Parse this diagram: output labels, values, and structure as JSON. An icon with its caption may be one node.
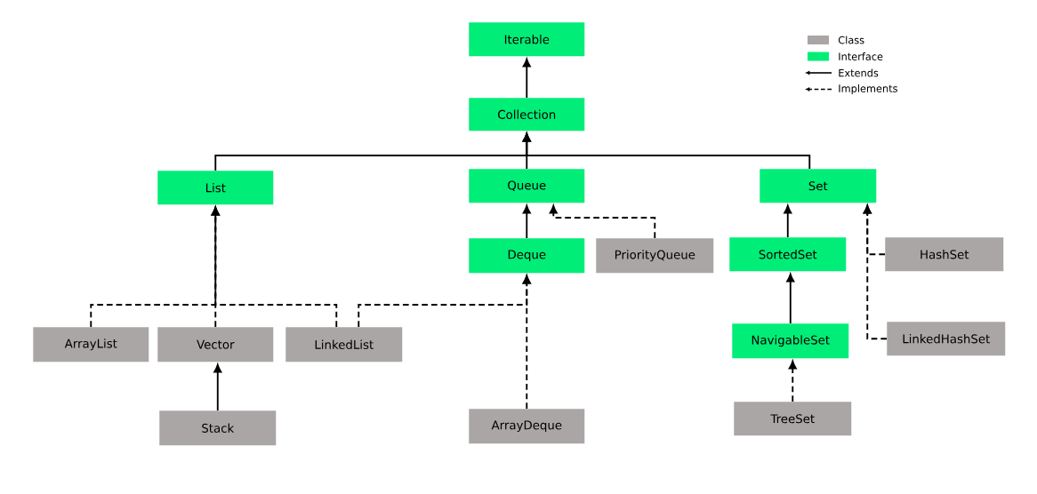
{
  "diagram": {
    "nodes": [
      {
        "text": [
          "Iterable"
        ]
      },
      {
        "text": [
          "Collection"
        ]
      },
      {
        "text": [
          "List"
        ]
      },
      {
        "text": [
          "Queue"
        ]
      },
      {
        "text": [
          "Set"
        ]
      },
      {
        "text": [
          "Deque"
        ]
      },
      {
        "text": [
          "PriorityQueue"
        ]
      },
      {
        "text": [
          "SortedSet"
        ]
      },
      {
        "text": [
          "HashSet"
        ]
      },
      {
        "text": [
          "ArrayList"
        ]
      },
      {
        "text": [
          "Vector"
        ]
      },
      {
        "text": [
          "LinkedList"
        ]
      },
      {
        "text": [
          "NavigableSet"
        ]
      },
      {
        "text": [
          "LinkedHashSet"
        ]
      },
      {
        "text": [
          "Stack"
        ]
      },
      {
        "text": [
          "ArrayDeque"
        ]
      },
      {
        "text": [
          "TreeSet"
        ]
      }
    ],
    "edges": [
      {
        "from": 1,
        "to": 0,
        "arrow": "to"
      },
      {
        "from": 2,
        "to": 1,
        "arrow": "to"
      },
      {
        "from": 3,
        "to": 1,
        "arrow": "to"
      },
      {
        "from": 4,
        "to": 1,
        "arrow": "to"
      },
      {
        "from": 5,
        "to": 3,
        "arrow": "to"
      },
      {
        "from": 6,
        "to": 3,
        "arrow": "to",
        "style": "dashed"
      },
      {
        "from": 7,
        "to": 4,
        "arrow": "to"
      },
      {
        "from": 8,
        "to": 4,
        "arrow": "to",
        "style": "dashed"
      },
      {
        "from": 9,
        "to": 2,
        "arrow": "to",
        "style": "dashed"
      },
      {
        "from": 10,
        "to": 2,
        "arrow": "to",
        "style": "dashed"
      },
      {
        "from": 11,
        "to": 2,
        "arrow": "to",
        "style": "dashed"
      },
      {
        "from": 11,
        "to": 5,
        "arrow": "to",
        "style": "dashed"
      },
      {
        "from": 12,
        "to": 7,
        "arrow": "to"
      },
      {
        "from": 13,
        "to": 4,
        "arrow": "to",
        "style": "dashed"
      },
      {
        "from": 14,
        "to": 10,
        "arrow": "to"
      },
      {
        "from": 15,
        "to": 5,
        "arrow": "to",
        "style": "dashed"
      },
      {
        "from": 16,
        "to": 12,
        "arrow": "to",
        "style": "dashed"
      }
    ],
    "legend": [
      {
        "text": "Class",
        "color": "#aaa6a6"
      },
      {
        "text": "Interface",
        "color": "#00ee77"
      },
      {
        "text": "Extends"
      },
      {
        "text": "Implements"
      }
    ]
  }
}
